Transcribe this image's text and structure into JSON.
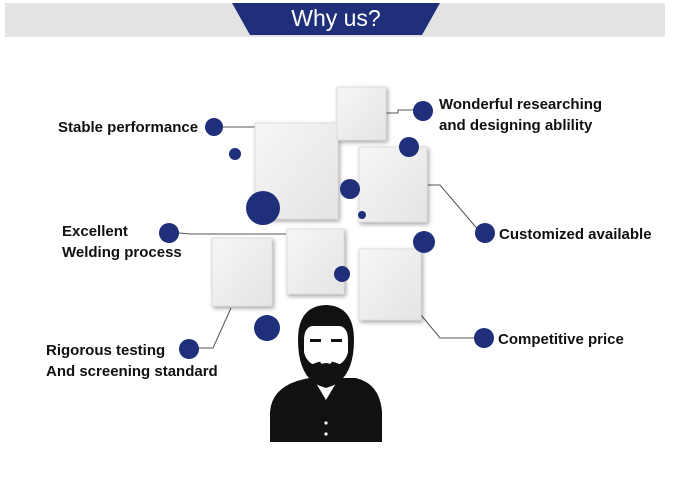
{
  "header": {
    "title": "Why us?"
  },
  "features": {
    "stable": "Stable performance",
    "research_line1": "Wonderful researching",
    "research_line2": "and designing ablility",
    "welding_line1": "Excellent",
    "welding_line2": "Welding process",
    "customized": "Customized available",
    "testing_line1": "Rigorous testing",
    "testing_line2": "And screening standard",
    "price": "Competitive price"
  },
  "colors": {
    "accent": "#1f2f7a",
    "header_bar": "#e3e3e3",
    "person": "#111111",
    "square": "#f1f1f1"
  }
}
